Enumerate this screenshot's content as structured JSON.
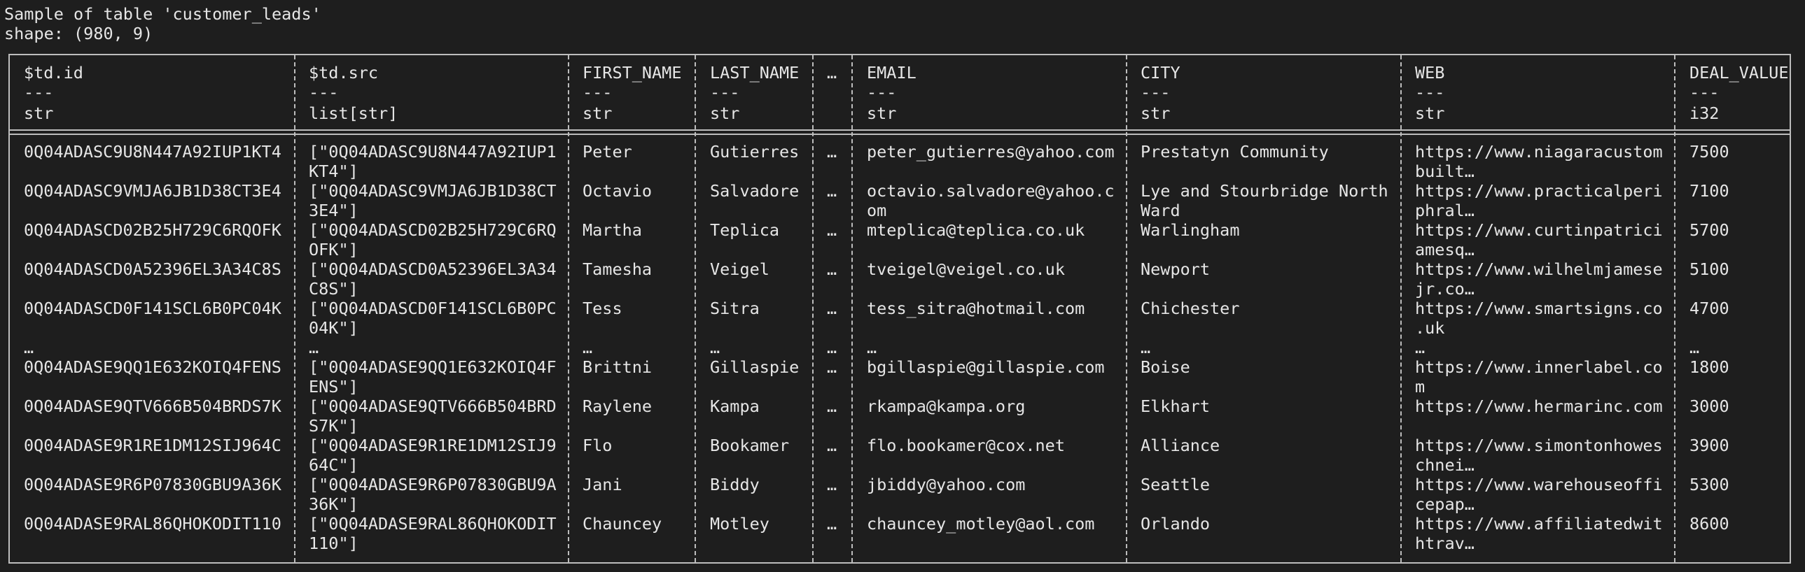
{
  "header": {
    "title": "Sample of table 'customer_leads'",
    "shape": "shape: (980, 9)"
  },
  "columns": [
    {
      "name": "$td.id",
      "dash": "---",
      "dtype": "str"
    },
    {
      "name": "$td.src",
      "dash": "---",
      "dtype": "list[str]"
    },
    {
      "name": "FIRST_NAME",
      "dash": "---",
      "dtype": "str"
    },
    {
      "name": "LAST_NAME",
      "dash": "---",
      "dtype": "str"
    },
    {
      "name": "…",
      "dash": "",
      "dtype": ""
    },
    {
      "name": "EMAIL",
      "dash": "---",
      "dtype": "str"
    },
    {
      "name": "CITY",
      "dash": "---",
      "dtype": "str"
    },
    {
      "name": "WEB",
      "dash": "---",
      "dtype": "str"
    },
    {
      "name": "DEAL_VALUE",
      "dash": "---",
      "dtype": "i32"
    }
  ],
  "rows": [
    [
      [
        "0Q04ADASC9U8N447A92IUP1KT4"
      ],
      [
        "[\"0Q04ADASC9U8N447A92IUP1",
        "KT4\"]"
      ],
      [
        "Peter"
      ],
      [
        "Gutierres"
      ],
      [
        "…"
      ],
      [
        "peter_gutierres@yahoo.com"
      ],
      [
        "Prestatyn Community"
      ],
      [
        "https://www.niagaracustom",
        "built…"
      ],
      [
        "7500"
      ]
    ],
    [
      [
        "0Q04ADASC9VMJA6JB1D38CT3E4"
      ],
      [
        "[\"0Q04ADASC9VMJA6JB1D38CT",
        "3E4\"]"
      ],
      [
        "Octavio"
      ],
      [
        "Salvadore"
      ],
      [
        "…"
      ],
      [
        "octavio.salvadore@yahoo.c",
        "om"
      ],
      [
        "Lye and Stourbridge North",
        "Ward"
      ],
      [
        "https://www.practicalperi",
        "phral…"
      ],
      [
        "7100"
      ]
    ],
    [
      [
        "0Q04ADASCD02B25H729C6RQOFK"
      ],
      [
        "[\"0Q04ADASCD02B25H729C6RQ",
        "OFK\"]"
      ],
      [
        "Martha"
      ],
      [
        "Teplica"
      ],
      [
        "…"
      ],
      [
        "mteplica@teplica.co.uk"
      ],
      [
        "Warlingham"
      ],
      [
        "https://www.curtinpatrici",
        "amesq…"
      ],
      [
        "5700"
      ]
    ],
    [
      [
        "0Q04ADASCD0A52396EL3A34C8S"
      ],
      [
        "[\"0Q04ADASCD0A52396EL3A34",
        "C8S\"]"
      ],
      [
        "Tamesha"
      ],
      [
        "Veigel"
      ],
      [
        "…"
      ],
      [
        "tveigel@veigel.co.uk"
      ],
      [
        "Newport"
      ],
      [
        "https://www.wilhelmjamese",
        "jr.co…"
      ],
      [
        "5100"
      ]
    ],
    [
      [
        "0Q04ADASCD0F141SCL6B0PC04K"
      ],
      [
        "[\"0Q04ADASCD0F141SCL6B0PC",
        "04K\"]"
      ],
      [
        "Tess"
      ],
      [
        "Sitra"
      ],
      [
        "…"
      ],
      [
        "tess_sitra@hotmail.com"
      ],
      [
        "Chichester"
      ],
      [
        "https://www.smartsigns.co",
        ".uk"
      ],
      [
        "4700"
      ]
    ],
    [
      [
        "…"
      ],
      [
        "…"
      ],
      [
        "…"
      ],
      [
        "…"
      ],
      [
        "…"
      ],
      [
        "…"
      ],
      [
        "…"
      ],
      [
        "…"
      ],
      [
        "…"
      ]
    ],
    [
      [
        "0Q04ADASE9QQ1E632KOIQ4FENS"
      ],
      [
        "[\"0Q04ADASE9QQ1E632KOIQ4F",
        "ENS\"]"
      ],
      [
        "Brittni"
      ],
      [
        "Gillaspie"
      ],
      [
        "…"
      ],
      [
        "bgillaspie@gillaspie.com"
      ],
      [
        "Boise"
      ],
      [
        "https://www.innerlabel.co",
        "m"
      ],
      [
        "1800"
      ]
    ],
    [
      [
        "0Q04ADASE9QTV666B504BRDS7K"
      ],
      [
        "[\"0Q04ADASE9QTV666B504BRD",
        "S7K\"]"
      ],
      [
        "Raylene"
      ],
      [
        "Kampa"
      ],
      [
        "…"
      ],
      [
        "rkampa@kampa.org"
      ],
      [
        "Elkhart"
      ],
      [
        "https://www.hermarinc.com"
      ],
      [
        "3000"
      ]
    ],
    [
      [
        "0Q04ADASE9R1RE1DM12SIJ964C"
      ],
      [
        "[\"0Q04ADASE9R1RE1DM12SIJ9",
        "64C\"]"
      ],
      [
        "Flo"
      ],
      [
        "Bookamer"
      ],
      [
        "…"
      ],
      [
        "flo.bookamer@cox.net"
      ],
      [
        "Alliance"
      ],
      [
        "https://www.simontonhowes",
        "chnei…"
      ],
      [
        "3900"
      ]
    ],
    [
      [
        "0Q04ADASE9R6P07830GBU9A36K"
      ],
      [
        "[\"0Q04ADASE9R6P07830GBU9A",
        "36K\"]"
      ],
      [
        "Jani"
      ],
      [
        "Biddy"
      ],
      [
        "…"
      ],
      [
        "jbiddy@yahoo.com"
      ],
      [
        "Seattle"
      ],
      [
        "https://www.warehouseoffi",
        "cepap…"
      ],
      [
        "5300"
      ]
    ],
    [
      [
        "0Q04ADASE9RAL86QHOKODIT110"
      ],
      [
        "[\"0Q04ADASE9RAL86QHOKODIT",
        "110\"]"
      ],
      [
        "Chauncey"
      ],
      [
        "Motley"
      ],
      [
        "…"
      ],
      [
        "chauncey_motley@aol.com"
      ],
      [
        "Orlando"
      ],
      [
        "https://www.affiliatedwit",
        "htrav…"
      ],
      [
        "8600"
      ]
    ]
  ]
}
